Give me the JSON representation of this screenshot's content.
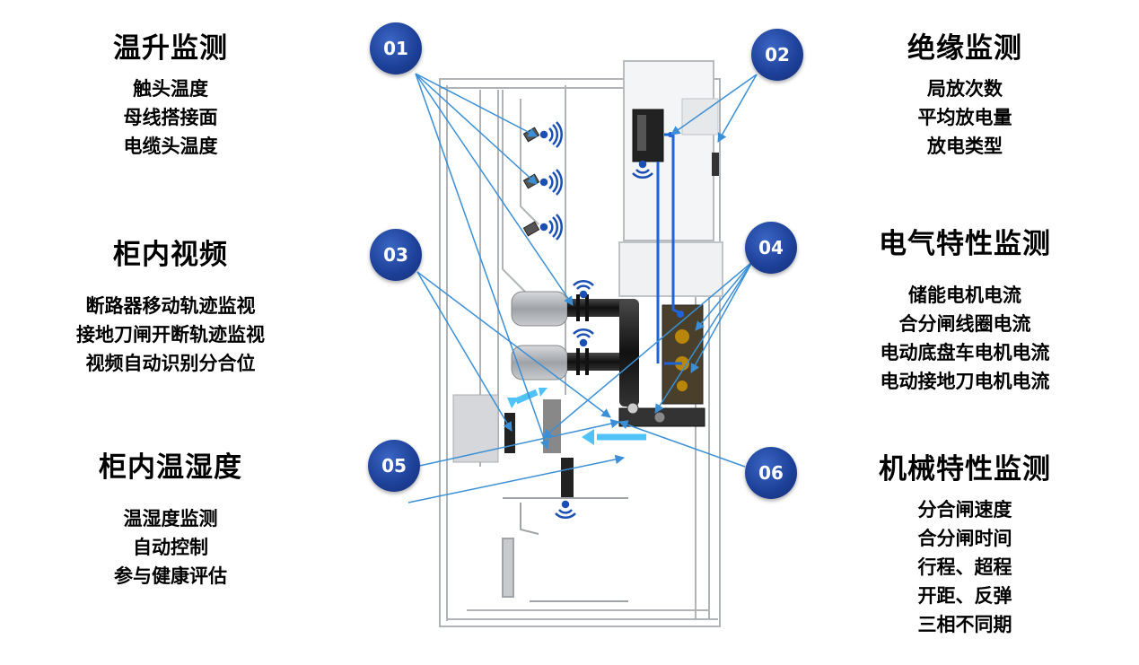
{
  "sections": {
    "temp_rise": {
      "title": "温升监测",
      "items": [
        "触头温度",
        "母线搭接面",
        "电缆头温度"
      ]
    },
    "video": {
      "title": "柜内视频",
      "items": [
        "断路器移动轨迹监视",
        "接地刀闸开断轨迹监视",
        "视频自动识别分合位"
      ]
    },
    "humidity": {
      "title": "柜内温湿度",
      "items": [
        "温湿度监测",
        "自动控制",
        "参与健康评估"
      ]
    },
    "insulation": {
      "title": "绝缘监测",
      "items": [
        "局放次数",
        "平均放电量",
        "放电类型"
      ]
    },
    "electrical": {
      "title": "电气特性监测",
      "items": [
        "储能电机电流",
        "合分闸线圈电流",
        "电动底盘车电机电流",
        "电动接地刀电机电流"
      ]
    },
    "mechanical": {
      "title": "机械特性监测",
      "items": [
        "分合闸速度",
        "合分闸时间",
        "行程、超程",
        "开距、反弹",
        "三相不同期"
      ]
    }
  },
  "badges": [
    "01",
    "02",
    "03",
    "04",
    "05",
    "06"
  ],
  "colors": {
    "badge": "#1c3f96",
    "pointer_line": "#3b8fd6",
    "wifi": "#1a4fb3",
    "arrow": "#4fc3f7",
    "cabinet_line": "#b0b4b8"
  }
}
